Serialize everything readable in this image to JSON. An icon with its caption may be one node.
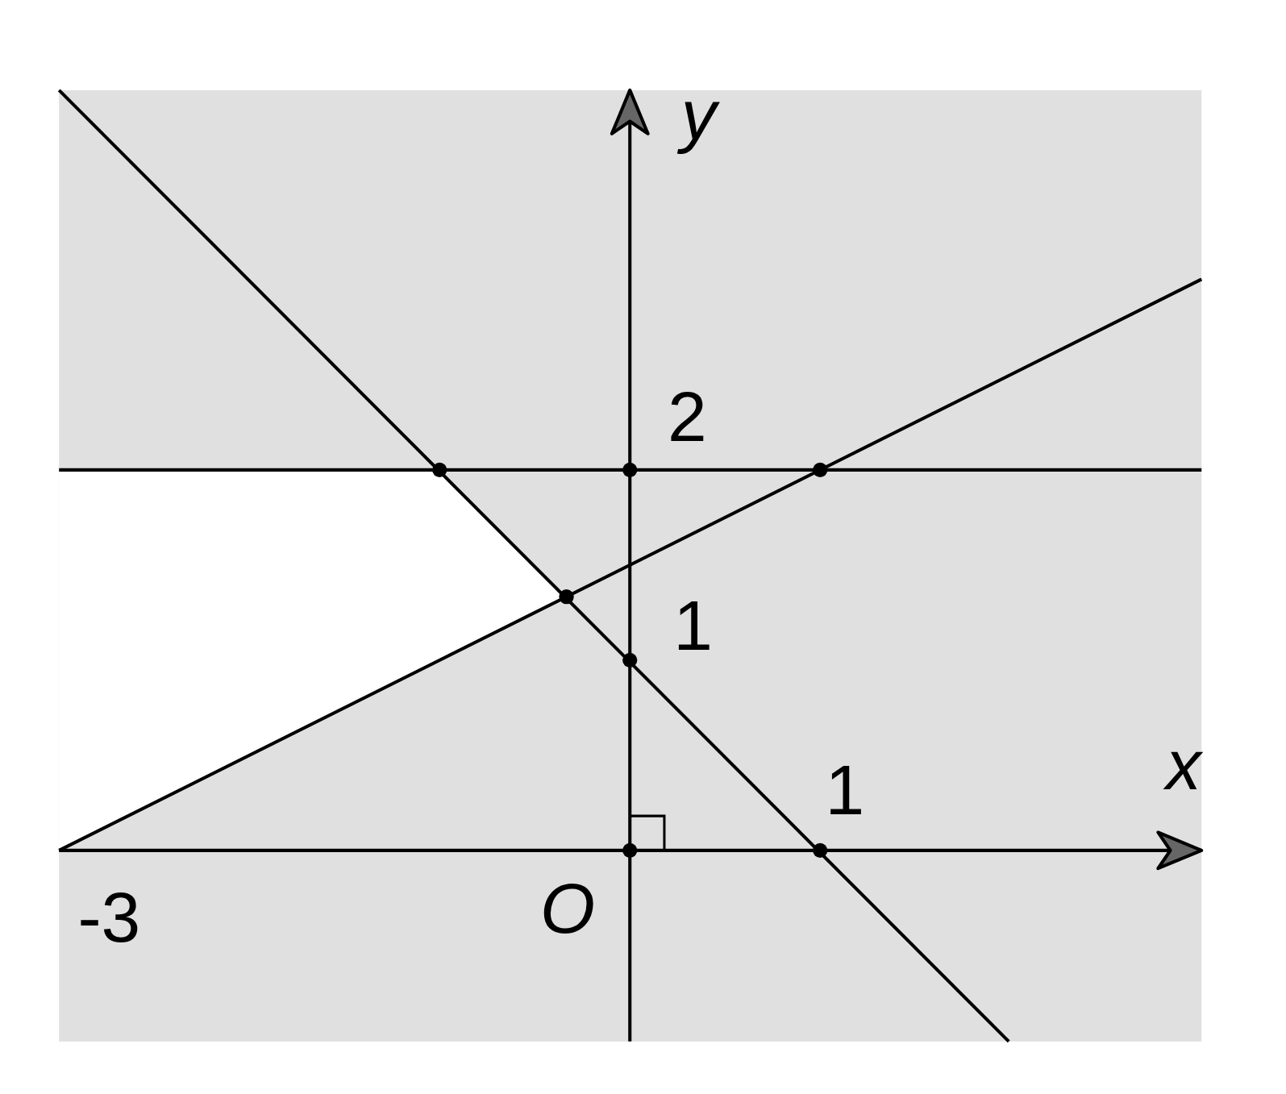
{
  "diagram": {
    "labels": [
      "y",
      "2",
      "1",
      "x",
      "1",
      "-3",
      "O"
    ]
  }
}
